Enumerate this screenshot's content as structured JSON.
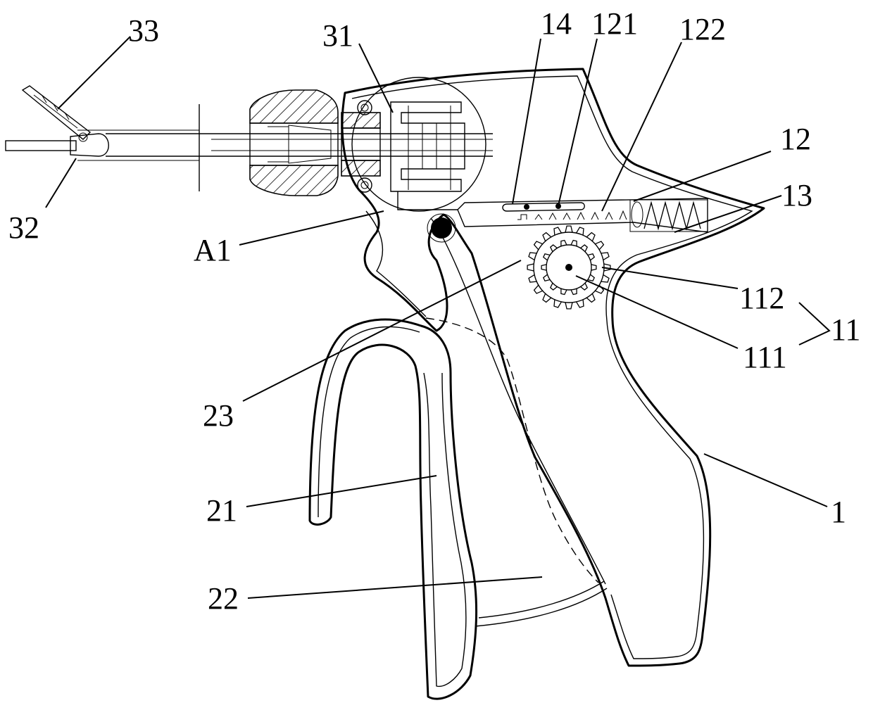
{
  "labels": {
    "l33": "33",
    "l31": "31",
    "l14": "14",
    "l121": "121",
    "l122": "122",
    "l12": "12",
    "l13": "13",
    "l32": "32",
    "lA1": "A1",
    "l112": "112",
    "l11": "11",
    "l111": "111",
    "l23": "23",
    "l21": "21",
    "l1": "1",
    "l22": "22"
  }
}
